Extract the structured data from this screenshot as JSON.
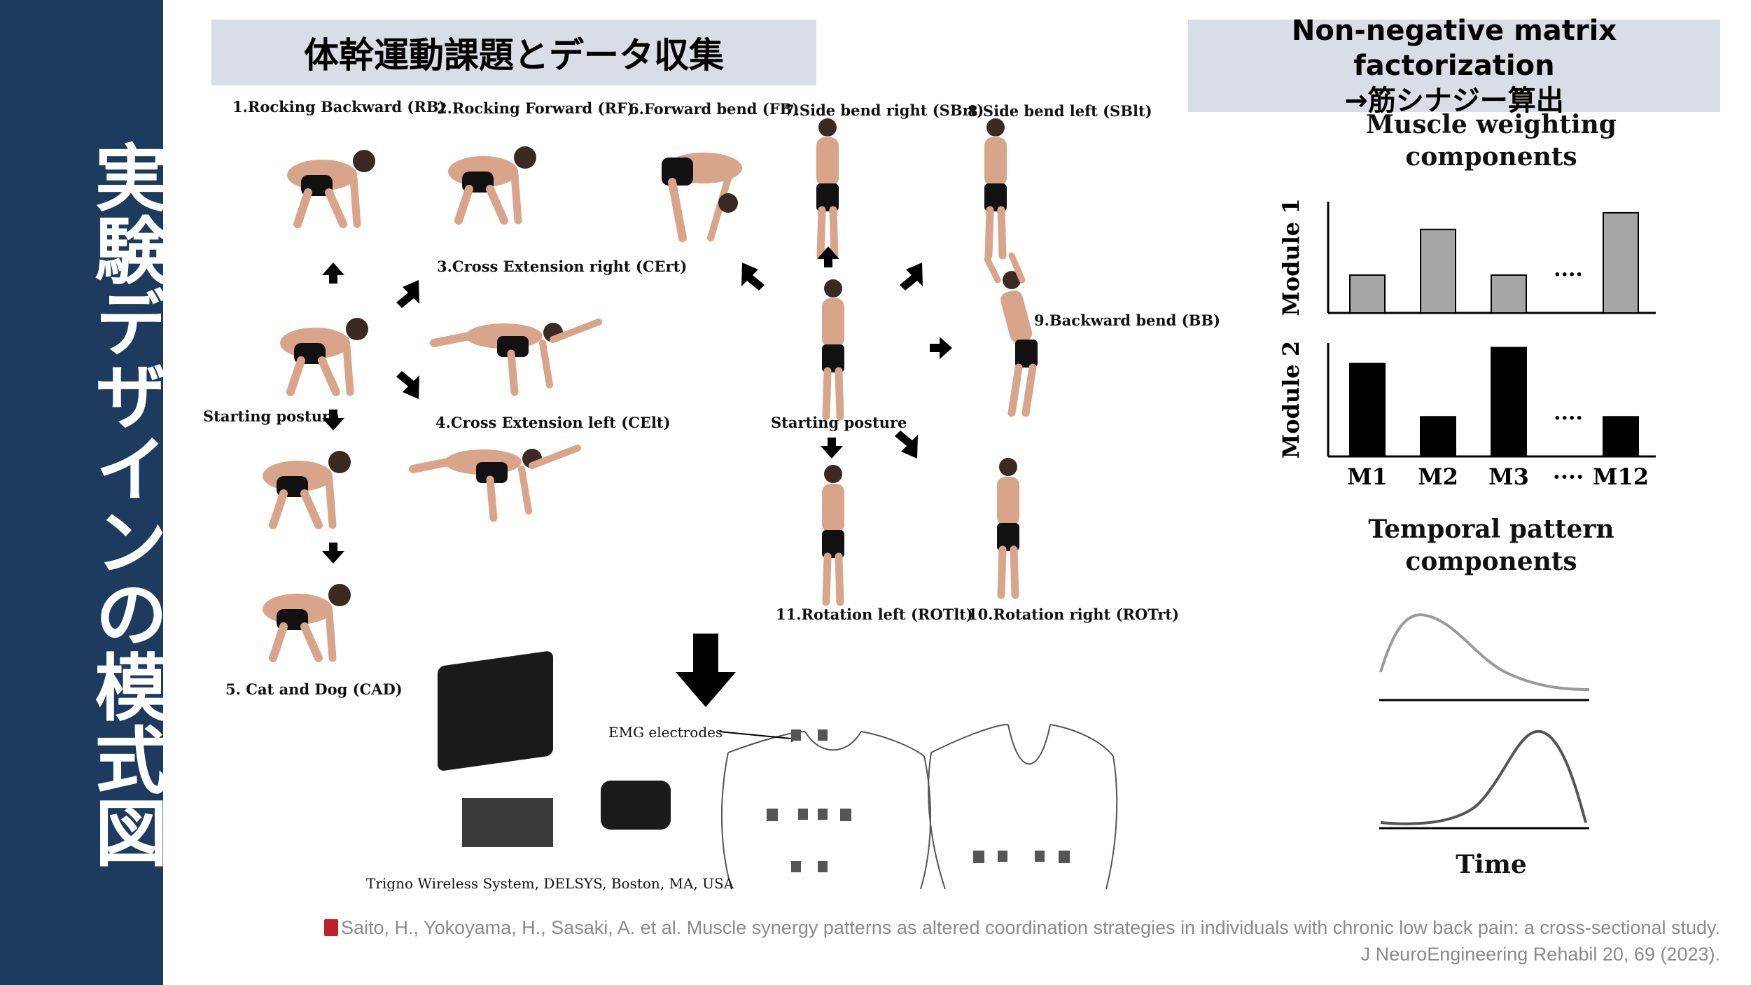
{
  "sidebar": {
    "title": "実験デザインの模式図"
  },
  "left_banner": {
    "title": "体幹運動課題とデータ収集"
  },
  "right_banner": {
    "line1": "Non-negative matrix factorization",
    "line2": "→筋シナジー算出"
  },
  "tasks": {
    "rb": "1.Rocking Backward (RB)",
    "rf": "2.Rocking Forward (RF)",
    "cert": "3.Cross Extension right (CErt)",
    "celt": "4.Cross Extension left (CElt)",
    "cad": "5. Cat and Dog (CAD)",
    "fb": "6.Forward bend (FB)",
    "sbrt": "7.Side bend right (SBrt)",
    "sblt": "8.Side bend left (SBlt)",
    "bb": "9.Backward bend (BB)",
    "rotrt": "10.Rotation right (ROTrt)",
    "rotlt": "11.Rotation left (ROTlt)",
    "start1": "Starting posture",
    "start2": "Starting posture"
  },
  "equipment": {
    "emg_label": "EMG electrodes",
    "system_label": "Trigno Wireless System, DELSYS, Boston, MA, USA"
  },
  "synergy": {
    "weighting_title_l1": "Muscle weighting",
    "weighting_title_l2": "components",
    "temporal_title_l1": "Temporal pattern",
    "temporal_title_l2": "components",
    "time_label": "Time",
    "ellipsis": "····"
  },
  "chart_data": [
    {
      "type": "bar",
      "ylabel": "Module 1",
      "categories": [
        "M1",
        "M2",
        "M3",
        "····",
        "M12"
      ],
      "values": [
        0.34,
        0.75,
        0.34,
        null,
        0.9
      ],
      "color": "#a6a6a6"
    },
    {
      "type": "bar",
      "ylabel": "Module 2",
      "categories": [
        "M1",
        "M2",
        "M3",
        "····",
        "M12"
      ],
      "values": [
        0.82,
        0.35,
        0.96,
        null,
        0.35
      ],
      "color": "#000000"
    }
  ],
  "citation": {
    "line1": "Saito, H., Yokoyama, H., Sasaki, A. et al. Muscle synergy patterns as altered coordination strategies in individuals with chronic low back pain: a cross-sectional study.",
    "line2": "J NeuroEngineering Rehabil 20, 69 (2023)."
  },
  "colors": {
    "sidebar": "#1d3b5e",
    "banner": "#d8dde6",
    "bar_gray": "#a6a6a6",
    "bar_black": "#000000",
    "citation": "#8a8a8a"
  }
}
